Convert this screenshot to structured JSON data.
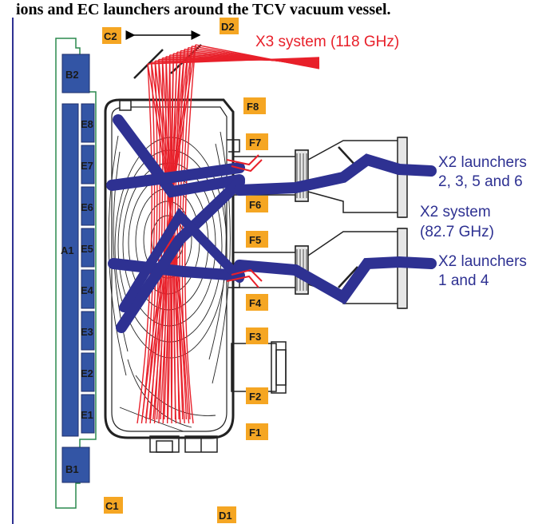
{
  "caption": "ions and EC launchers around the TCV vacuum vessel.",
  "colors": {
    "port_box": "#f5a623",
    "coil": "#3355a5",
    "coil_frame": "#2b8a4e",
    "x3_beam": "#e8202a",
    "x2_beam": "#2e3192",
    "x2_label": "#2e3192",
    "axis_line": "#2e3192"
  },
  "ports": {
    "C2": "C2",
    "D2": "D2",
    "C1": "C1",
    "D1": "D1",
    "F1": "F1",
    "F2": "F2",
    "F3": "F3",
    "F4": "F4",
    "F5": "F5",
    "F6": "F6",
    "F7": "F7",
    "F8": "F8"
  },
  "coils": {
    "A1": "A1",
    "B1": "B1",
    "B2": "B2",
    "E1": "E1",
    "E2": "E2",
    "E3": "E3",
    "E4": "E4",
    "E5": "E5",
    "E6": "E6",
    "E7": "E7",
    "E8": "E8"
  },
  "labels": {
    "x3_system": "X3 system (118 GHz)",
    "x2_upper_line1": "X2 launchers",
    "x2_upper_line2": "2, 3, 5 and 6",
    "x2_system_line1": "X2 system",
    "x2_system_line2": "(82.7 GHz)",
    "x2_lower_line1": "X2 launchers",
    "x2_lower_line2": "1 and 4"
  },
  "icons": {
    "mirror_arrow": "double-arrow-icon"
  }
}
